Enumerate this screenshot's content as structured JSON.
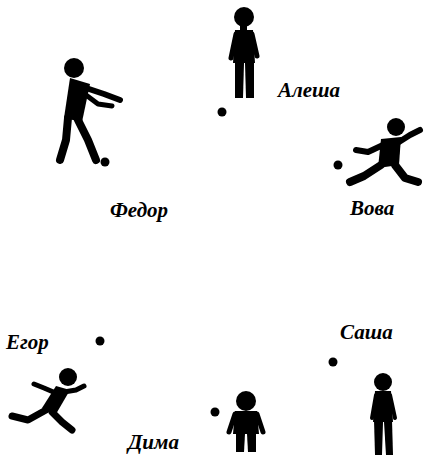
{
  "diagram": {
    "labels": [
      "Алеша",
      "Федор",
      "Вова",
      "Егор",
      "Саша",
      "Дима"
    ]
  }
}
